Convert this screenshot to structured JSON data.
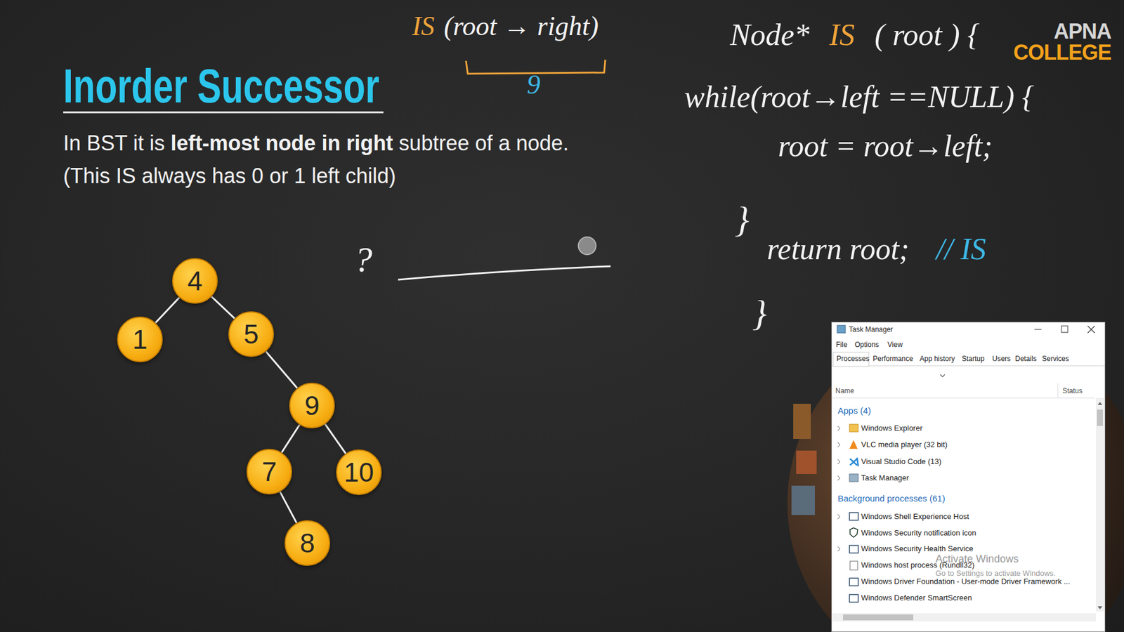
{
  "diagram": {
    "title": "Inorder Successor",
    "nodes": [
      {
        "text": [
          "4"
        ]
      },
      {
        "text": [
          "1"
        ]
      },
      {
        "text": [
          "5"
        ]
      },
      {
        "text": [
          "9"
        ]
      },
      {
        "text": [
          "7"
        ]
      },
      {
        "text": [
          "10"
        ]
      },
      {
        "text": [
          "8"
        ]
      }
    ],
    "edges": [
      {
        "from": 0,
        "to": 1,
        "arrow": "none"
      },
      {
        "from": 0,
        "to": 2,
        "arrow": "none"
      },
      {
        "from": 2,
        "to": 3,
        "arrow": "none"
      },
      {
        "from": 3,
        "to": 4,
        "arrow": "none"
      },
      {
        "from": 3,
        "to": 5,
        "arrow": "none"
      },
      {
        "from": 4,
        "to": 6,
        "arrow": "none"
      }
    ],
    "labels": [
      "In BST it is",
      "left-most node in right",
      "subtree of a node.",
      "(This IS always has 0 or 1 left child)",
      "IS",
      "(root → right)",
      "9",
      "Node*",
      "IS",
      "( root ) {",
      "while(root→left ==NULL) {",
      "root = root→left;",
      "}",
      "return root;",
      "// IS",
      "}",
      "?",
      "APNA",
      "COLLEGE",
      "Task Manager",
      "File",
      "Options",
      "View",
      "Processes",
      "Performance",
      "App history",
      "Startup",
      "Users",
      "Details",
      "Services",
      "Name",
      "Status",
      "Apps (4)",
      "Windows Explorer",
      "VLC media player (32 bit)",
      "Visual Studio Code (13)",
      "Task Manager",
      "Background processes (61)",
      "Windows Shell Experience Host",
      "Windows Security notification icon",
      "Windows Security Health Service",
      "Windows host process (Rundll32)",
      "Windows Driver Foundation - User-mode Driver Framework ...",
      "Windows Defender SmartScreen",
      "Activate Windows",
      "Go to Settings to activate Windows."
    ]
  }
}
